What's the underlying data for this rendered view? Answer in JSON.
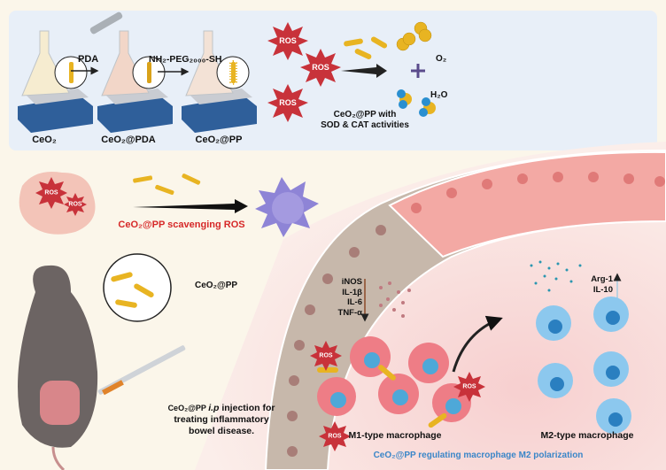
{
  "synthesis": {
    "step1_reagent": "PDA",
    "step2_reagent": "NH₂-PEG₂₀₀₀-SH",
    "products": [
      "CeO₂",
      "CeO₂@PDA",
      "CeO₂@PP"
    ]
  },
  "reaction": {
    "ros_label": "ROS",
    "catalyst_label_line1": "CeO₂@PP with",
    "catalyst_label_line2": "SOD & CAT activities",
    "product1": "O₂",
    "product2": "H₂O"
  },
  "scavenging": {
    "label": "CeO₂@PP scavenging ROS"
  },
  "injection": {
    "zoom_label": "CeO₂@PP",
    "line1_prefix": "CeO₂@PP ",
    "line1_italic": "i.p",
    "line1_suffix": " injection for",
    "line2": "treating inflammatory",
    "line3": "bowel disease."
  },
  "m1": {
    "cytokines": [
      "iNOS",
      "IL-1β",
      "IL-6",
      "TNF-α"
    ],
    "label": "M1-type macrophage"
  },
  "m2": {
    "cytokines": [
      "Arg-1",
      "IL-10"
    ],
    "label": "M2-type macrophage"
  },
  "polarization_label": "CeO₂@PP regulating macrophage M2 polarization",
  "colors": {
    "ros": "#c8323a",
    "rod": "#e8b422",
    "m1": "#ee7d86",
    "m2": "#8cc8ee",
    "panel": "#e8eff8",
    "accent_blue": "#3a86c8",
    "accent_red": "#d62828"
  }
}
